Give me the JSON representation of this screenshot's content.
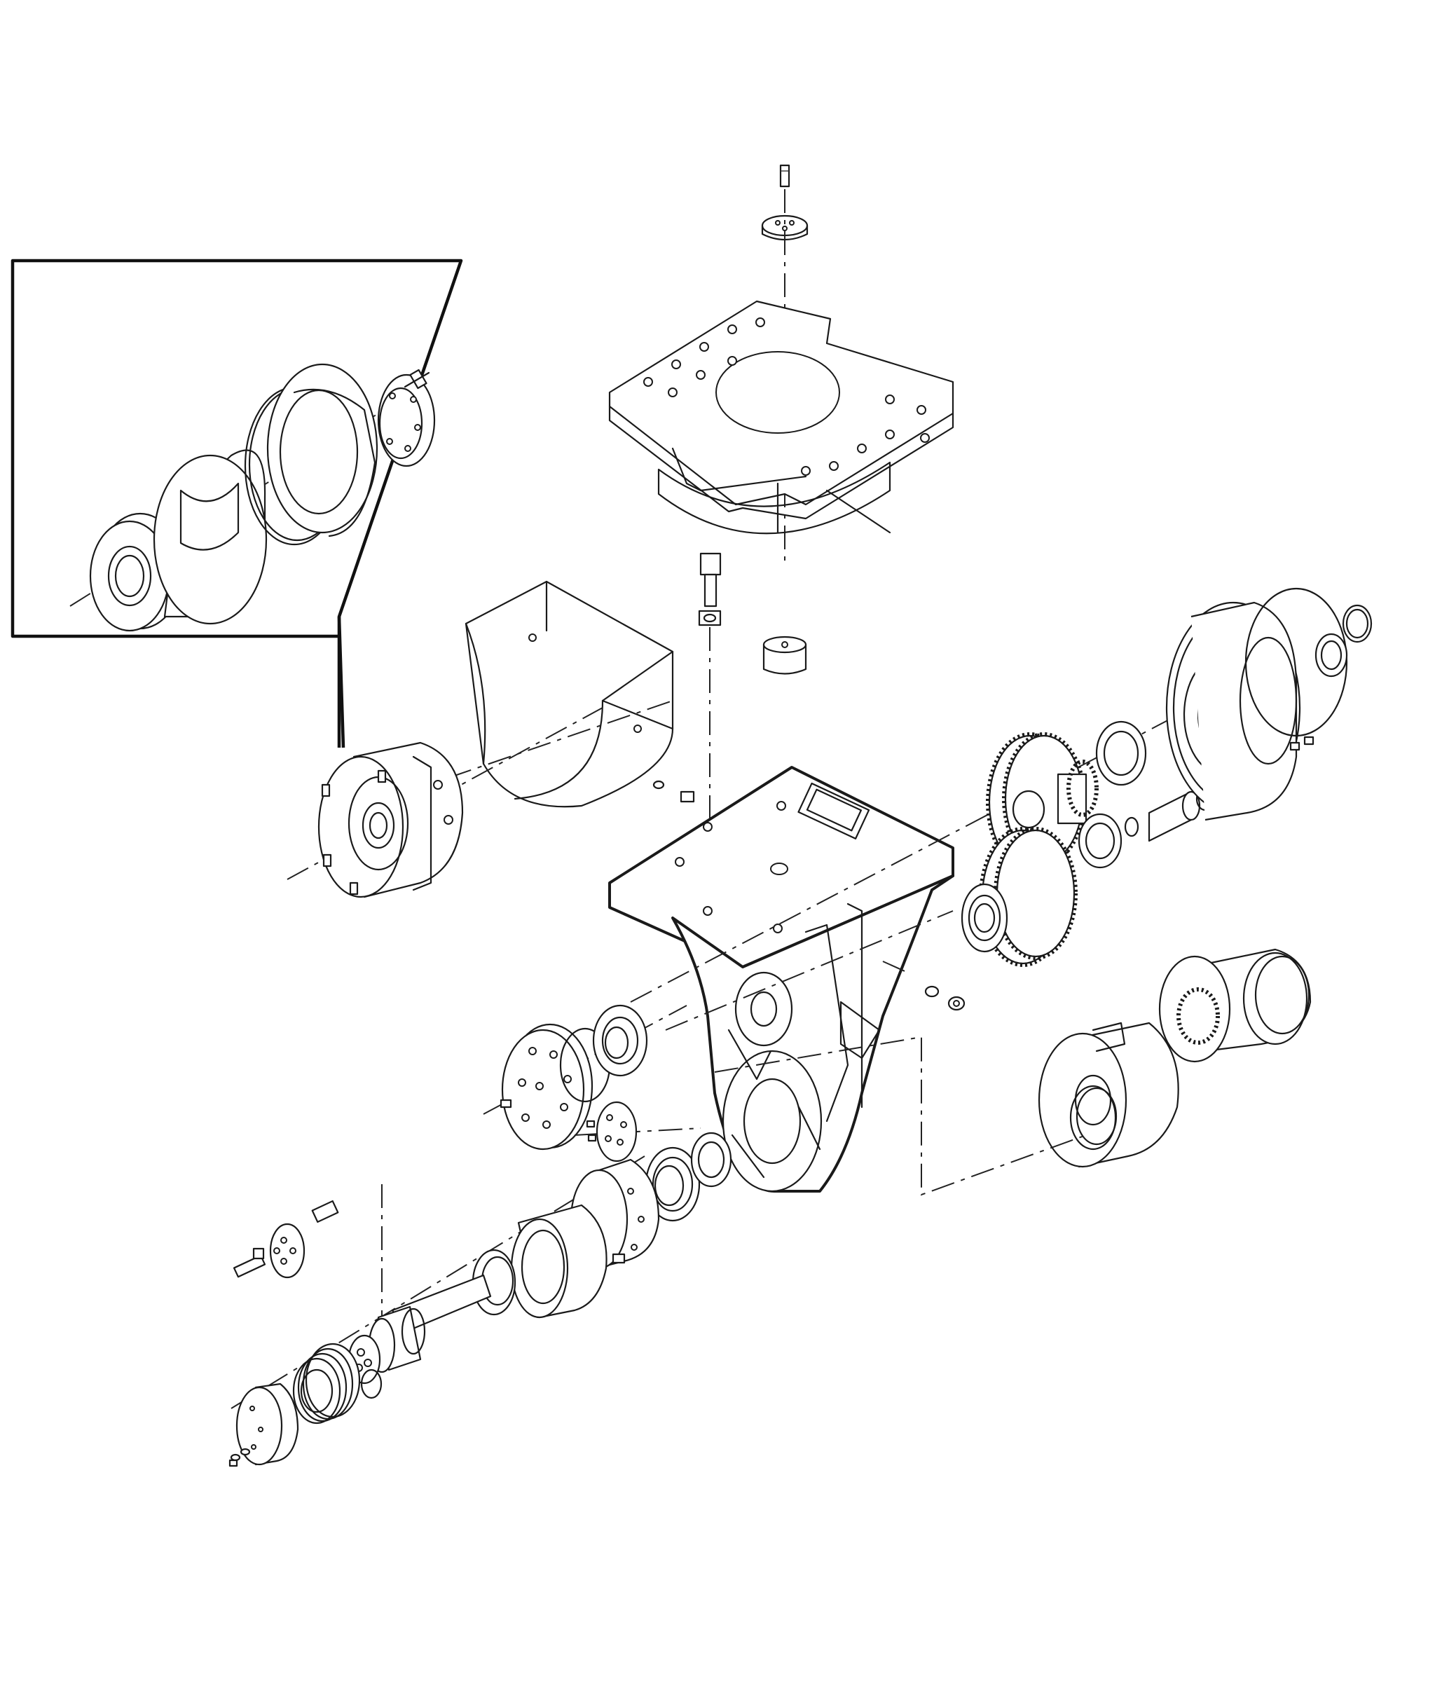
{
  "figure": {
    "type": "exploded-assembly-drawing",
    "style": "black line art on white background",
    "detail_callout": {
      "shown": true,
      "shape": "rectangular inset with leader to hydraulic motor"
    },
    "colors": {
      "line": "#1a1a1a",
      "background": "#ffffff"
    }
  }
}
